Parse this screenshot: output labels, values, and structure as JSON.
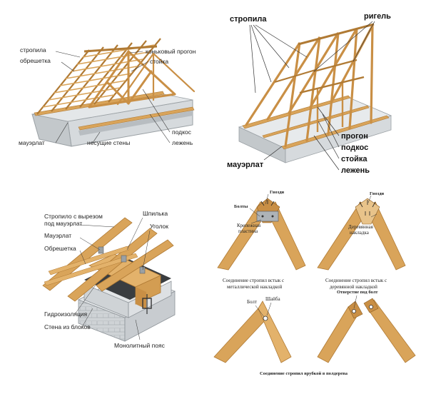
{
  "panel1": {
    "rafters": "стропила",
    "lathing": "обрешетка",
    "ridge_purlin": "коньковый прогон",
    "post": "стойка",
    "strut": "подкос",
    "mauerlat": "мауэрлат",
    "bearing_walls": "несущие стены",
    "sill": "лежень"
  },
  "panel2": {
    "rafters": "стропила",
    "collar": "ригель",
    "purlin": "прогон",
    "strut": "подкос",
    "post": "стойка",
    "mauerlat": "мауэрлат",
    "sill": "лежень"
  },
  "panel3": {
    "rafter_notch": "Стропило с вырезом под мауэрлат",
    "stud": "Шпилька",
    "angle": "Уголок",
    "mauerlat": "Мауэрлат",
    "lathing": "Обрешетка",
    "waterproofing": "Гидроизоляция",
    "block_wall": "Стена из блоков",
    "monolithic_belt": "Монолитный пояс"
  },
  "panel4": {
    "nails_left": "Гвозди",
    "bolts": "Болты",
    "metal_plate": "Крепежная пластина",
    "caption_left": "Соединение стропил встык с металлической накладкой",
    "nails_right": "Гвозди",
    "wood_overlay": "Деревянная накладка",
    "caption_right": "Соединение стропил встык с деревянной накладкой",
    "bolt": "Болт",
    "washer": "Шайба",
    "bolt_hole": "Отверстие под болт",
    "caption_bottom": "Соединение стропил врубкой в полдерева"
  },
  "colors": {
    "wood": "#d9a45a",
    "wood_dark": "#b07a34",
    "wall": "#d5d9dc",
    "wall_dark": "#a8adb1"
  }
}
